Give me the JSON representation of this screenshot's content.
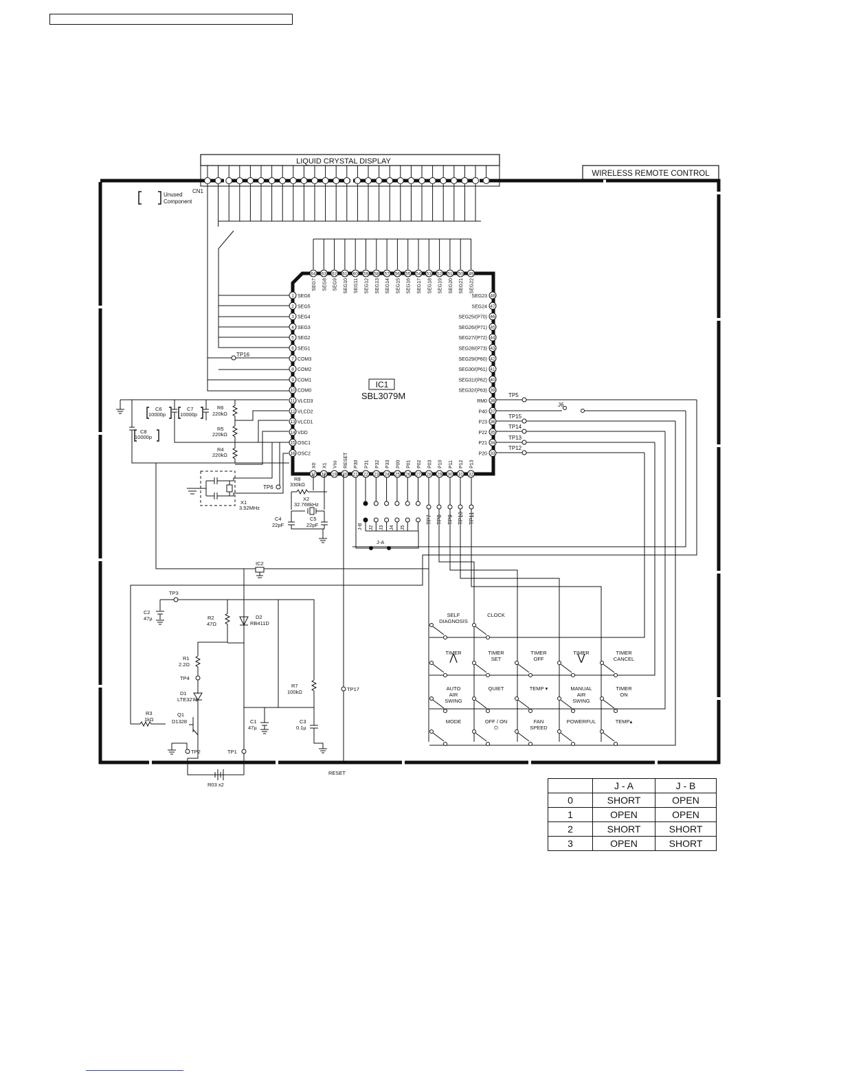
{
  "display": {
    "title": "LIQUID CRYSTAL DISPLAY",
    "connector": "CN1"
  },
  "board_title": "WIRELESS REMOTE CONTROL",
  "legend": {
    "line1": "Unused",
    "line2": "Component"
  },
  "ic1": {
    "ref": "IC1",
    "part": "SBL3079M"
  },
  "pins_top": [
    {
      "num": "64",
      "name": "SEG7"
    },
    {
      "num": "63",
      "name": "SEG8"
    },
    {
      "num": "62",
      "name": "SEG9"
    },
    {
      "num": "61",
      "name": "SEG10"
    },
    {
      "num": "60",
      "name": "SEG11"
    },
    {
      "num": "59",
      "name": "SEG12"
    },
    {
      "num": "58",
      "name": "SEG13"
    },
    {
      "num": "57",
      "name": "SEG14"
    },
    {
      "num": "56",
      "name": "SEG15"
    },
    {
      "num": "55",
      "name": "SEG16"
    },
    {
      "num": "54",
      "name": "SEG17"
    },
    {
      "num": "53",
      "name": "SEG18"
    },
    {
      "num": "52",
      "name": "SEG19"
    },
    {
      "num": "51",
      "name": "SEG20"
    },
    {
      "num": "50",
      "name": "SEG21"
    },
    {
      "num": "49",
      "name": "SEG22"
    }
  ],
  "pins_left": [
    {
      "num": "1",
      "name": "SEG6"
    },
    {
      "num": "2",
      "name": "SEG5"
    },
    {
      "num": "3",
      "name": "SEG4"
    },
    {
      "num": "4",
      "name": "SEG3"
    },
    {
      "num": "5",
      "name": "SEG2"
    },
    {
      "num": "6",
      "name": "SEG1"
    },
    {
      "num": "7",
      "name": "COM3"
    },
    {
      "num": "8",
      "name": "COM2"
    },
    {
      "num": "9",
      "name": "COM1"
    },
    {
      "num": "10",
      "name": "COM0"
    },
    {
      "num": "11",
      "name": "VLCD3"
    },
    {
      "num": "12",
      "name": "VLCD2"
    },
    {
      "num": "13",
      "name": "VLCD1"
    },
    {
      "num": "14",
      "name": "VDD"
    },
    {
      "num": "15",
      "name": "OSC1"
    },
    {
      "num": "16",
      "name": "OSC2"
    }
  ],
  "pins_right": [
    {
      "num": "48",
      "name": "SEG23"
    },
    {
      "num": "47",
      "name": "SEG24"
    },
    {
      "num": "46",
      "name": "SEG25/(P70)"
    },
    {
      "num": "45",
      "name": "SEG26/(P71)"
    },
    {
      "num": "44",
      "name": "SEG27/(P72)"
    },
    {
      "num": "43",
      "name": "SEG28/(P73)"
    },
    {
      "num": "42",
      "name": "SEG29/(P60)"
    },
    {
      "num": "41",
      "name": "SEG30/(P61)"
    },
    {
      "num": "40",
      "name": "SEG31/(P62)"
    },
    {
      "num": "39",
      "name": "SEG32/(P63)"
    },
    {
      "num": "38",
      "name": "RM0"
    },
    {
      "num": "37",
      "name": "P40"
    },
    {
      "num": "36",
      "name": "P23"
    },
    {
      "num": "35",
      "name": "P22"
    },
    {
      "num": "34",
      "name": "P21"
    },
    {
      "num": "33",
      "name": "P20"
    }
  ],
  "pins_bottom": [
    {
      "num": "17",
      "name": "X0"
    },
    {
      "num": "18",
      "name": "X1"
    },
    {
      "num": "19",
      "name": "Vss"
    },
    {
      "num": "20",
      "name": "RESET"
    },
    {
      "num": "21",
      "name": "P30"
    },
    {
      "num": "22",
      "name": "P31"
    },
    {
      "num": "23",
      "name": "P32"
    },
    {
      "num": "24",
      "name": "P33"
    },
    {
      "num": "25",
      "name": "P00"
    },
    {
      "num": "26",
      "name": "P01"
    },
    {
      "num": "27",
      "name": "P02"
    },
    {
      "num": "28",
      "name": "P03"
    },
    {
      "num": "29",
      "name": "P10"
    },
    {
      "num": "30",
      "name": "P11"
    },
    {
      "num": "31",
      "name": "P12"
    },
    {
      "num": "32",
      "name": "P13"
    }
  ],
  "components": {
    "c6": {
      "ref": "C6",
      "val": "10000p"
    },
    "c7": {
      "ref": "C7",
      "val": "10000p"
    },
    "c8": {
      "ref": "C8",
      "val": "10000p"
    },
    "r6": {
      "ref": "R6",
      "val": "220kΩ"
    },
    "r5": {
      "ref": "R5",
      "val": "220kΩ"
    },
    "r4": {
      "ref": "R4",
      "val": "220kΩ"
    },
    "r8": {
      "ref": "R8",
      "val": "330kΩ"
    },
    "x1": {
      "ref": "X1",
      "val": "3.52MHz"
    },
    "x2": {
      "ref": "X2",
      "val": "32.768kHz"
    },
    "c4": {
      "ref": "C4",
      "val": "22pF"
    },
    "c5": {
      "ref": "C5",
      "val": "22pF"
    },
    "ic2": {
      "ref": "IC2"
    },
    "c2": {
      "ref": "C2",
      "val": "47µ"
    },
    "r2": {
      "ref": "R2",
      "val": "47Ω"
    },
    "d2": {
      "ref": "D2",
      "val": "RB411D"
    },
    "r1": {
      "ref": "R1",
      "val": "2.2Ω"
    },
    "d1": {
      "ref": "D1",
      "val": "LTE3271"
    },
    "r7": {
      "ref": "R7",
      "val": "100kΩ"
    },
    "r3": {
      "ref": "R3",
      "val": "1kΩ"
    },
    "q1": {
      "ref": "Q1",
      "val": "D1328"
    },
    "c1": {
      "ref": "C1",
      "val": "47µ"
    },
    "c3": {
      "ref": "C3",
      "val": "0.1µ"
    },
    "battery": "R03 x2",
    "reset": "RESET"
  },
  "testpoints": {
    "tp1": "TP1",
    "tp2": "TP2",
    "tp3": "TP3",
    "tp4": "TP4",
    "tp5": "TP5",
    "tp6": "TP6",
    "tp7": "TP7",
    "tp8": "TP8",
    "tp9": "TP9",
    "tp10": "TP10",
    "tp11": "TP11",
    "tp12": "TP12",
    "tp13": "TP13",
    "tp14": "TP14",
    "tp15": "TP15",
    "tp16": "TP16",
    "tp17": "TP17"
  },
  "jumpers": {
    "ja": "J-A",
    "jb": "J-B",
    "j2": "J2",
    "j3": "J3",
    "j4": "J4",
    "j5": "J5",
    "j6": "J6"
  },
  "keys": [
    {
      "l1": "SELF",
      "l2": "DIAGNOSIS",
      "l3": ""
    },
    {
      "l1": "CLOCK",
      "l2": "",
      "l3": ""
    },
    {
      "l1": "TIMER",
      "l2": "⋀",
      "l3": ""
    },
    {
      "l1": "TIMER",
      "l2": "SET",
      "l3": ""
    },
    {
      "l1": "TIMER",
      "l2": "OFF",
      "l3": ""
    },
    {
      "l1": "TIMER",
      "l2": "⋁",
      "l3": ""
    },
    {
      "l1": "TIMER",
      "l2": "CANCEL",
      "l3": ""
    },
    {
      "l1": "AUTO",
      "l2": "AIR",
      "l3": "SWING"
    },
    {
      "l1": "QUIET",
      "l2": "",
      "l3": ""
    },
    {
      "l1": "TEMP ▾",
      "l2": "",
      "l3": ""
    },
    {
      "l1": "MANUAL",
      "l2": "AIR",
      "l3": "SWING"
    },
    {
      "l1": "TIMER",
      "l2": "ON",
      "l3": ""
    },
    {
      "l1": "MODE",
      "l2": "",
      "l3": ""
    },
    {
      "l1": "OFF / ON",
      "l2": "⏻",
      "l3": ""
    },
    {
      "l1": "FAN",
      "l2": "SPEED",
      "l3": ""
    },
    {
      "l1": "POWERFUL",
      "l2": "",
      "l3": ""
    },
    {
      "l1": "TEMP▴",
      "l2": "",
      "l3": ""
    }
  ],
  "jtable": {
    "headers": [
      "",
      "J - A",
      "J - B"
    ],
    "rows": [
      [
        "0",
        "SHORT",
        "OPEN"
      ],
      [
        "1",
        "OPEN",
        "OPEN"
      ],
      [
        "2",
        "SHORT",
        "SHORT"
      ],
      [
        "3",
        "OPEN",
        "SHORT"
      ]
    ]
  }
}
